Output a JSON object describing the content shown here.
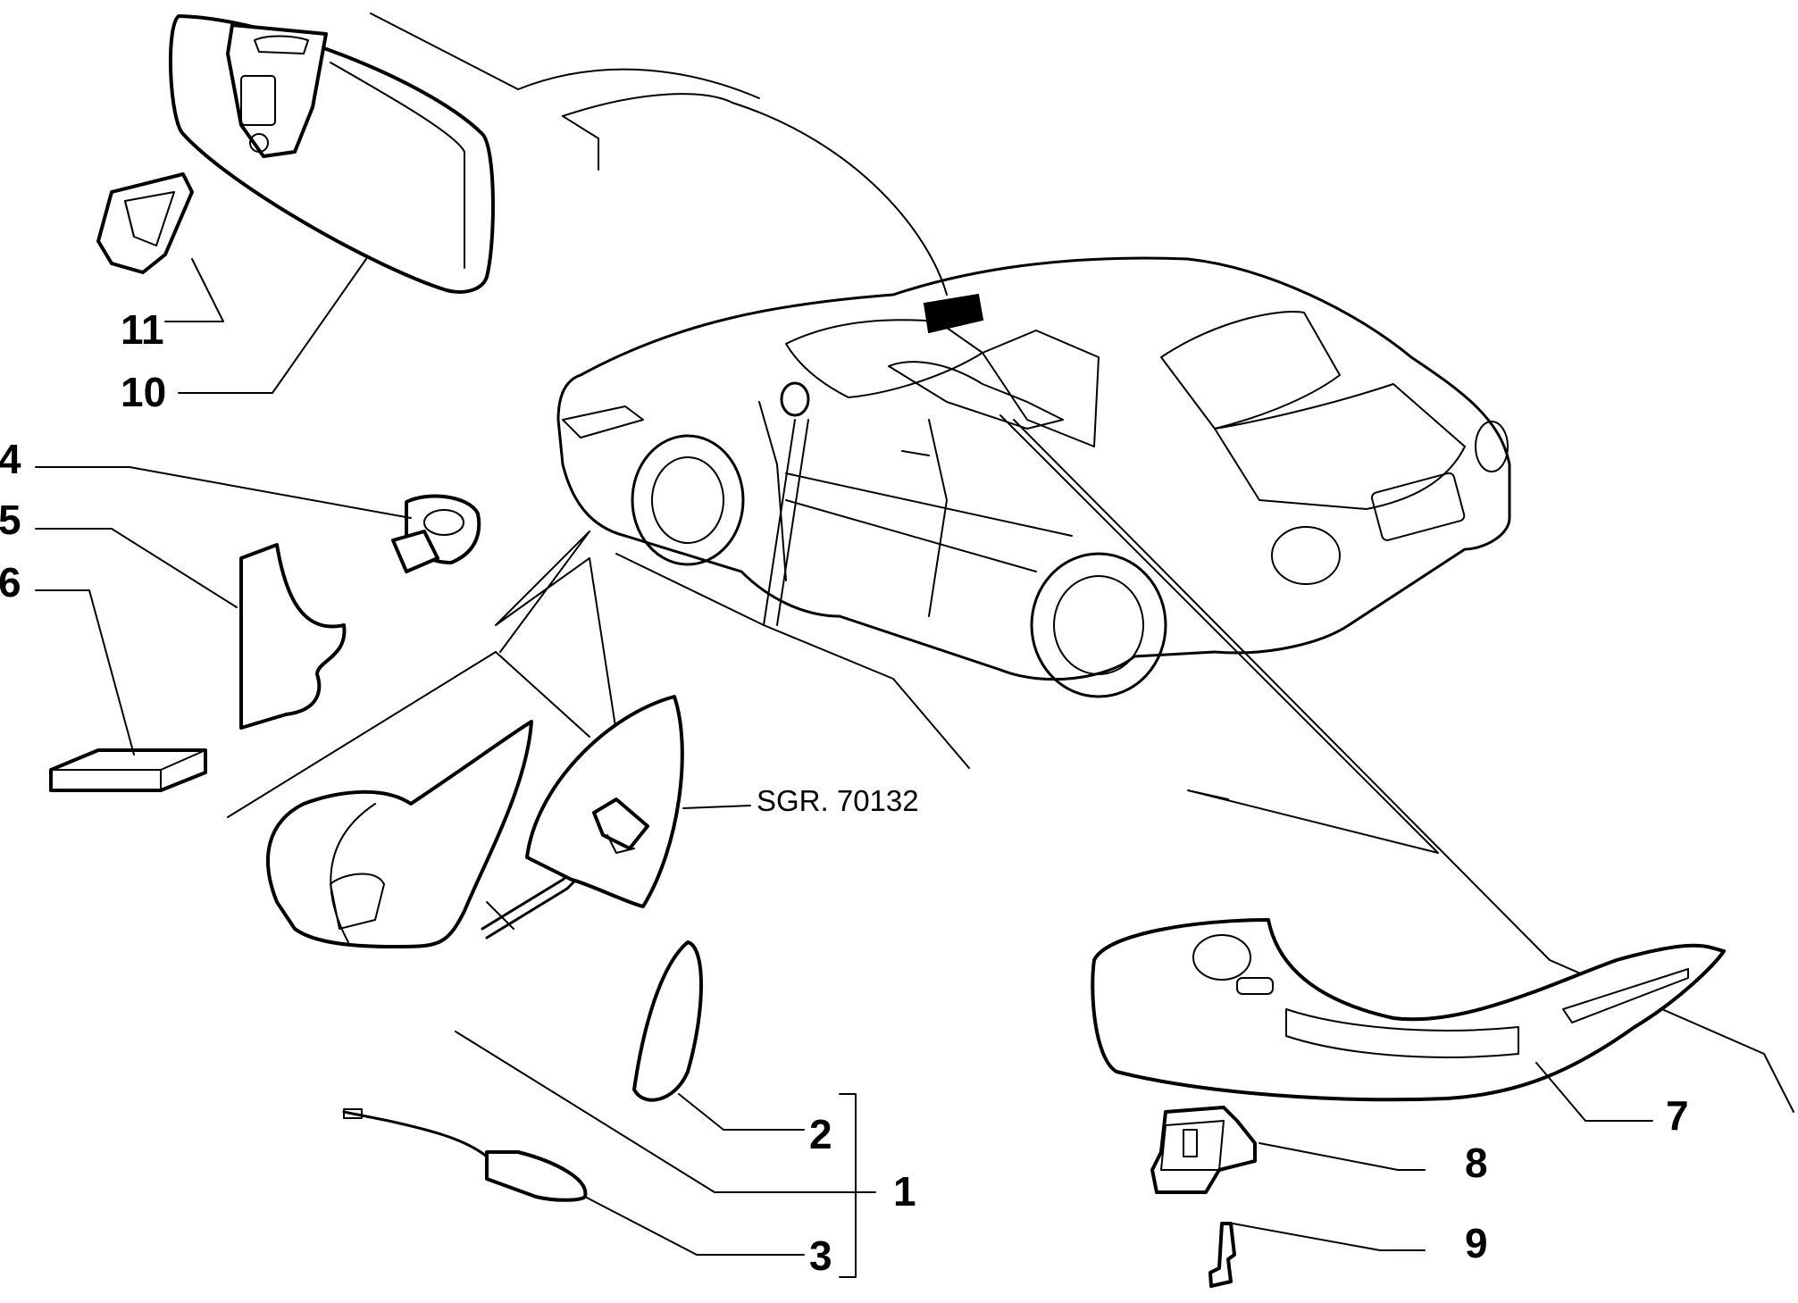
{
  "reference_code": "SGR. 70132",
  "callouts": {
    "1": "1",
    "2": "2",
    "3": "3",
    "4": "4",
    "5": "5",
    "6": "6",
    "7": "7",
    "8": "8",
    "9": "9",
    "10": "10",
    "11": "11"
  },
  "colors": {
    "ink": "#000000",
    "paper": "#ffffff"
  }
}
